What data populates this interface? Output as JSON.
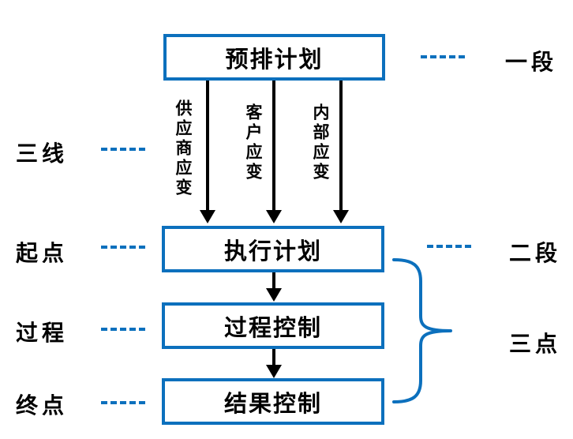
{
  "colors": {
    "accent_blue": "#0C70BD",
    "text_black": "#000000",
    "background": "#FFFFFF"
  },
  "flow": {
    "boxes": [
      {
        "label": "预排计划"
      },
      {
        "label": "执行计划"
      },
      {
        "label": "过程控制"
      },
      {
        "label": "结果控制"
      }
    ],
    "branch_arrows": [
      {
        "label": "供应商应变"
      },
      {
        "label": "客户应变"
      },
      {
        "label": "内部应变"
      }
    ]
  },
  "annotations": {
    "left": [
      {
        "label": "三线"
      },
      {
        "label": "起点"
      },
      {
        "label": "过程"
      },
      {
        "label": "终点"
      }
    ],
    "right": [
      {
        "label": "一段"
      },
      {
        "label": "二段"
      },
      {
        "label": "三点"
      }
    ]
  }
}
